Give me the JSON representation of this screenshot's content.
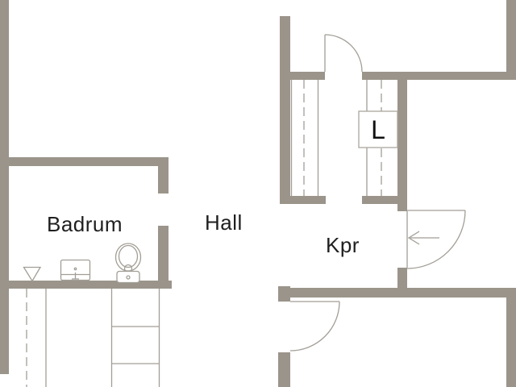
{
  "plan": {
    "type": "floor-plan",
    "rooms": [
      {
        "id": "badrum",
        "label": "Badrum"
      },
      {
        "id": "hall",
        "label": "Hall"
      },
      {
        "id": "kpr",
        "label": "Kpr"
      },
      {
        "id": "l-unit",
        "label": "L"
      }
    ],
    "fixtures": [
      {
        "name": "floor-drain-icon",
        "room": "badrum",
        "shape": "triangle-down-outline"
      },
      {
        "name": "washbasin-icon",
        "room": "badrum",
        "shape": "rect-with-tap"
      },
      {
        "name": "toilet-icon",
        "room": "badrum",
        "shape": "oval-bowl-with-tank"
      }
    ],
    "doors": [
      {
        "name": "closet-door",
        "swing": "quarter-arc"
      },
      {
        "name": "entry-door",
        "swing": "quarter-arc"
      },
      {
        "name": "lower-room-door",
        "swing": "quarter-arc"
      },
      {
        "name": "badrum-opening",
        "swing": "none"
      }
    ],
    "entry_arrow": {
      "direction": "left"
    },
    "wardrobes": [
      {
        "name": "wardrobe-left-upper",
        "style": "dashed-rail"
      },
      {
        "name": "wardrobe-right-upper",
        "style": "dashed-rail"
      },
      {
        "name": "wardrobe-lower-left",
        "style": "dashed-rail"
      },
      {
        "name": "shelf-unit-lower",
        "style": "shelves"
      }
    ],
    "colors": {
      "wall": "#9a948a",
      "line": "#a29e96",
      "text": "#1f1f1f",
      "background": "#ffffff"
    }
  }
}
